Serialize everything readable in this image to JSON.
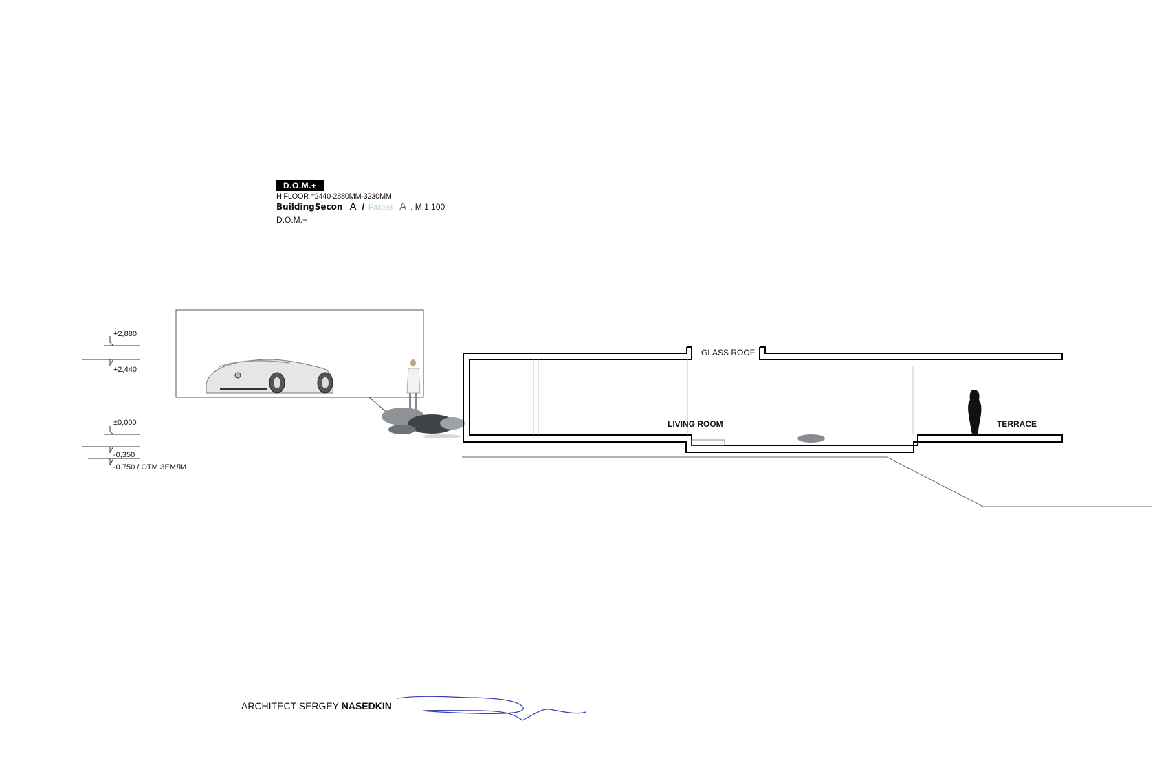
{
  "header": {
    "badge": "D.O.M.+",
    "floor_height": "H FLOOR =2440-2880MM-3230MM",
    "section_en": "BuildingSecon",
    "section_letter_1": "A",
    "slash": "/",
    "section_ru": "Разрез",
    "section_letter_2": "A",
    "scale": ". M.1:100",
    "studio": "D.O.M.+"
  },
  "levels": {
    "l1": "+2,880",
    "l2": "+2,440",
    "l3": "±0,000",
    "l4": "-0,350",
    "l5": "-0.750 / ОТМ.ЗЕМЛИ"
  },
  "labels": {
    "glass_roof": "GLASS ROOF",
    "living_room": "LIVING ROOM",
    "terrace": "TERRACE"
  },
  "footer": {
    "architect_prefix": "ARCHITECT SERGEY",
    "architect_surname": "NASEDKIN"
  },
  "colors": {
    "signature": "#3b3db8",
    "russian_text": "#a9d5df"
  }
}
